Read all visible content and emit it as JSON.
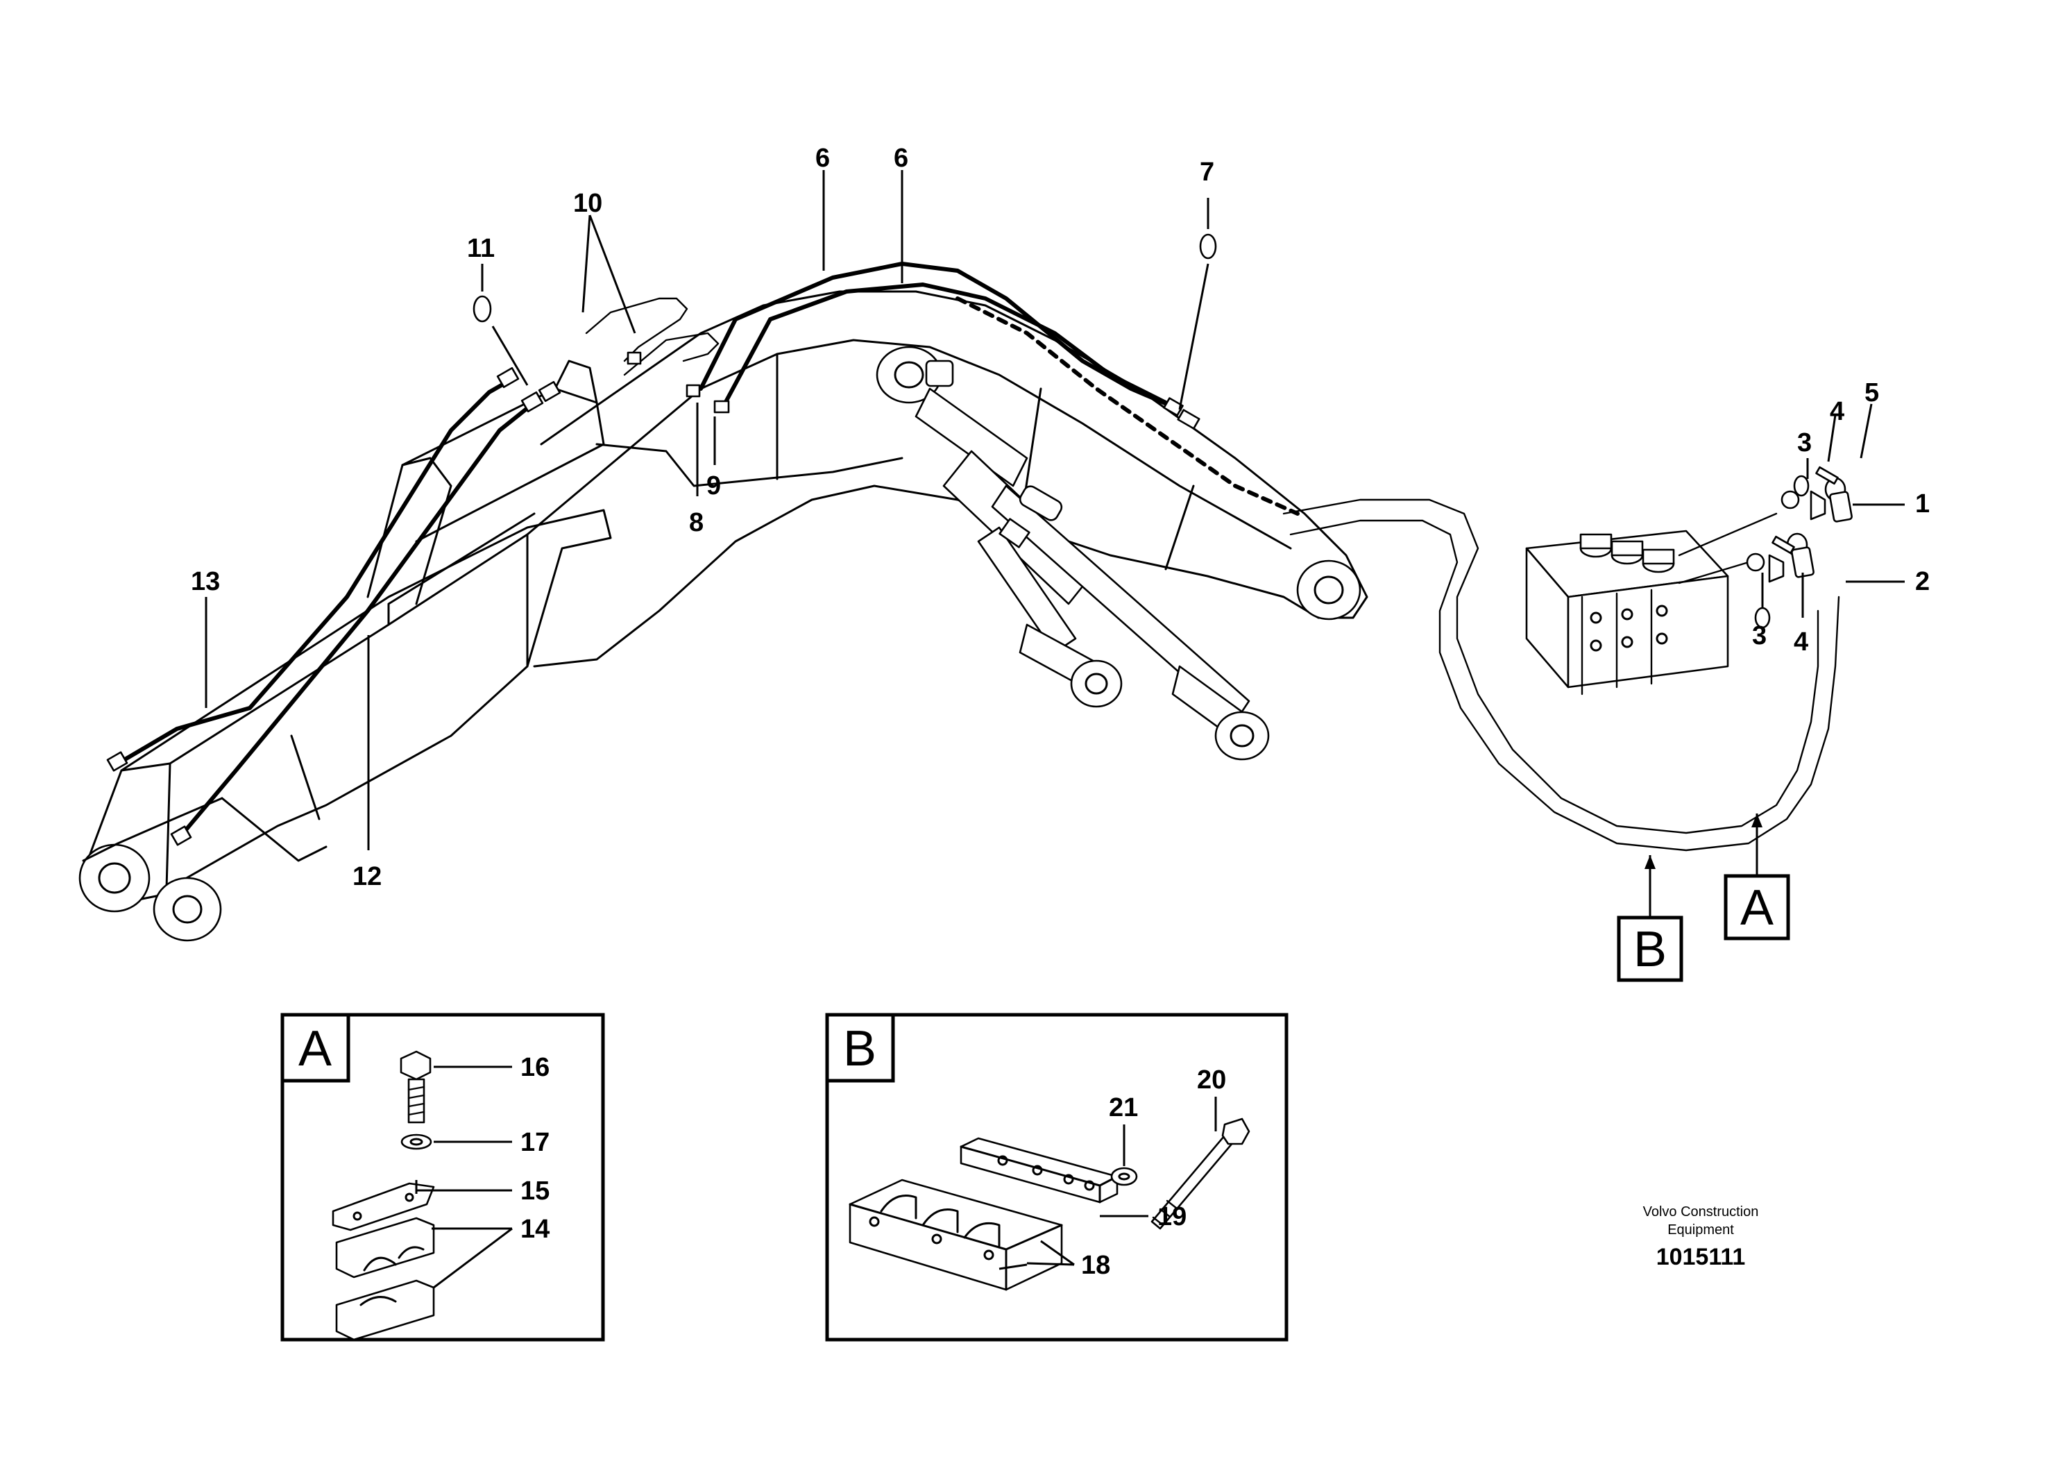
{
  "callouts": {
    "c1": "1",
    "c2": "2",
    "c3a": "3",
    "c3b": "3",
    "c4a": "4",
    "c4b": "4",
    "c5": "5",
    "c6a": "6",
    "c6b": "6",
    "c7": "7",
    "c8": "8",
    "c9": "9",
    "c10": "10",
    "c11": "11",
    "c12": "12",
    "c13": "13",
    "c14": "14",
    "c15": "15",
    "c16": "16",
    "c17": "17",
    "c18": "18",
    "c19": "19",
    "c20": "20",
    "c21": "21"
  },
  "section_markers": {
    "marker_a": "A",
    "marker_b": "B"
  },
  "detail_a": {
    "label": "A"
  },
  "detail_b": {
    "label": "B"
  },
  "caption": {
    "line1": "Volvo Construction",
    "line2": "Equipment",
    "code": "1015111"
  }
}
